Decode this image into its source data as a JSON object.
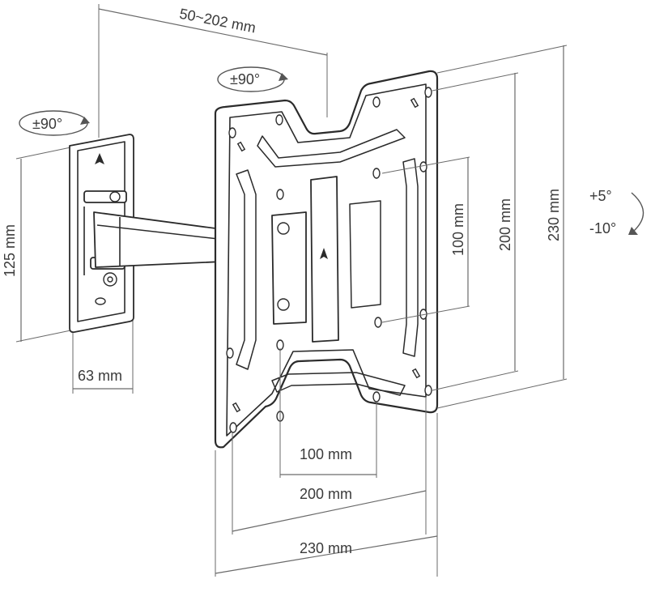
{
  "labels": {
    "arm_extension": "50~202 mm",
    "rotate_plate": "±90°",
    "rotate_wall": "±90°",
    "wall_plate_height": "125 mm",
    "wall_plate_width": "63 mm",
    "vesa_vertical_small": "100 mm",
    "vesa_vertical_large": "200 mm",
    "plate_height": "230 mm",
    "vesa_horizontal_small": "100 mm",
    "vesa_horizontal_large": "200 mm",
    "plate_width": "230 mm",
    "tilt_up": "+5°",
    "tilt_down": "-10°"
  },
  "colors": {
    "line": "#2b2b2b",
    "dimension_line": "#6a6a6a",
    "text": "#3a3a3a"
  }
}
